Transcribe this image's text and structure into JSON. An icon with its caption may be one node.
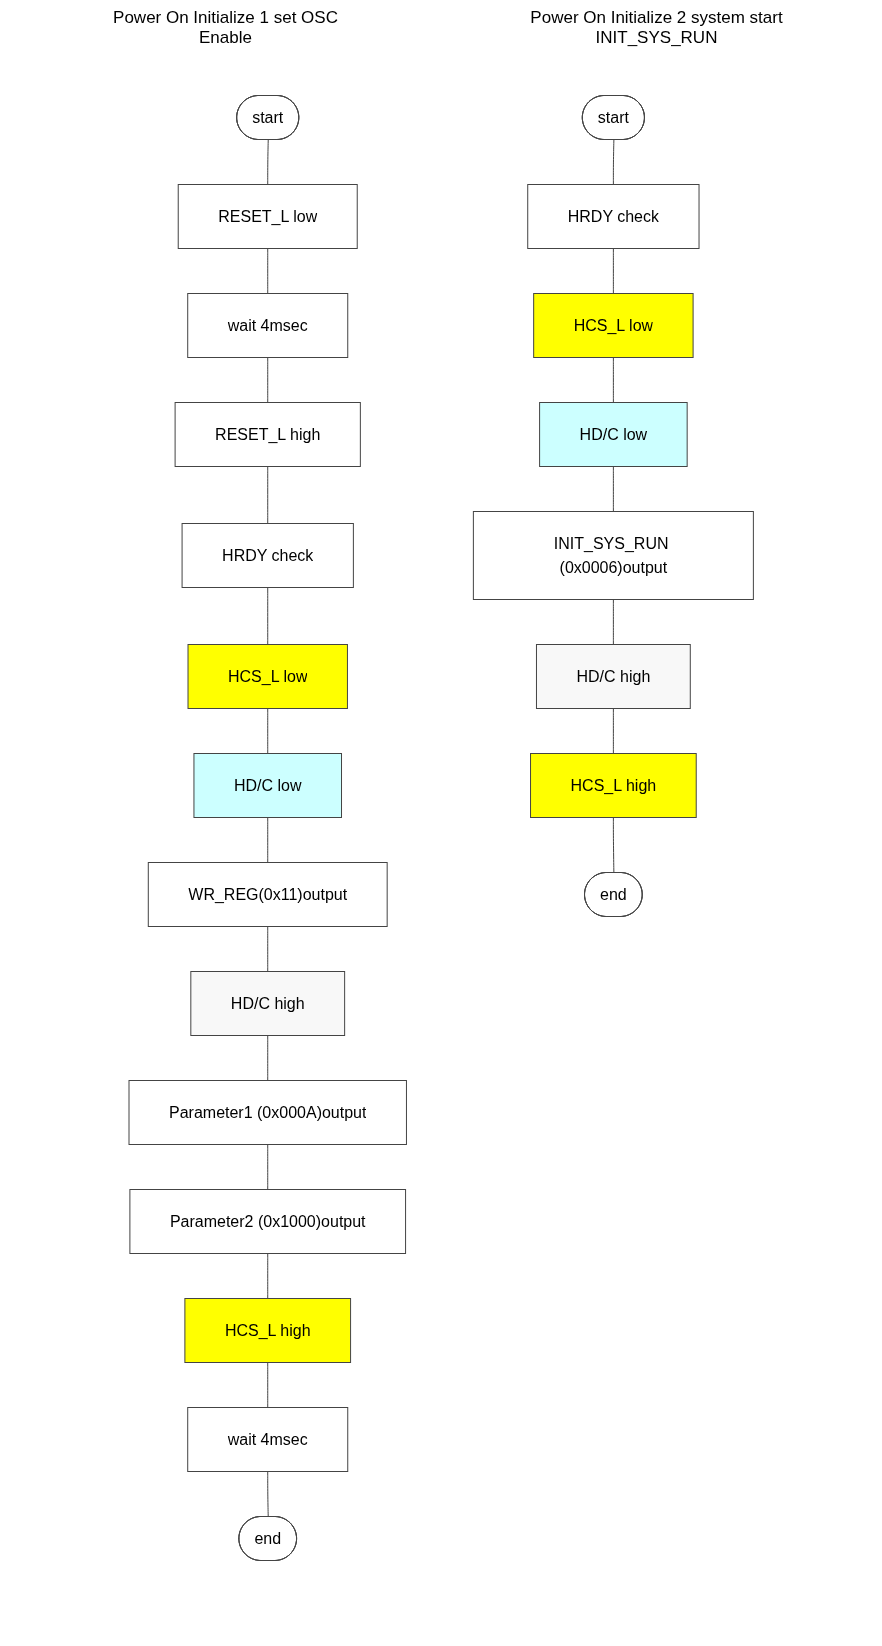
{
  "diagram": {
    "nodes": [
      {
        "text": [
          "start"
        ]
      },
      {
        "text": [
          "RESET_L low"
        ]
      },
      {
        "text": [
          "wait 4msec"
        ]
      },
      {
        "text": [
          "RESET_L high"
        ]
      },
      {
        "text": [
          "HRDY check"
        ]
      },
      {
        "text": [
          "HCS_L low"
        ]
      },
      {
        "text": [
          "HD/C low"
        ]
      },
      {
        "text": [
          "WR_REG(0x11)output"
        ]
      },
      {
        "text": [
          "HD/C high"
        ]
      },
      {
        "text": [
          "Parameter1 (0x000A)output"
        ]
      },
      {
        "text": [
          "Parameter2 (0x1000)output"
        ]
      },
      {
        "text": [
          "HCS_L high"
        ]
      },
      {
        "text": [
          "wait 4msec"
        ]
      },
      {
        "text": [
          "end"
        ]
      },
      {
        "text": [
          "start"
        ]
      },
      {
        "text": [
          "HRDY check"
        ]
      },
      {
        "text": [
          "HCS_L low"
        ]
      },
      {
        "text": [
          "HD/C low"
        ]
      },
      {
        "text": [
          "INIT_SYS_RUN (0x0006)output"
        ]
      },
      {
        "text": [
          "HD/C high"
        ]
      },
      {
        "text": [
          "HCS_L high"
        ]
      },
      {
        "text": [
          "end"
        ]
      }
    ],
    "edges": [
      {
        "from": 0,
        "to": 1,
        "arrow": "none"
      },
      {
        "from": 1,
        "to": 2,
        "arrow": "none"
      },
      {
        "from": 2,
        "to": 3,
        "arrow": "none"
      },
      {
        "from": 3,
        "to": 4,
        "arrow": "none"
      },
      {
        "from": 4,
        "to": 5,
        "arrow": "none"
      },
      {
        "from": 5,
        "to": 6,
        "arrow": "none"
      },
      {
        "from": 6,
        "to": 7,
        "arrow": "none"
      },
      {
        "from": 7,
        "to": 8,
        "arrow": "none"
      },
      {
        "from": 8,
        "to": 9,
        "arrow": "none"
      },
      {
        "from": 9,
        "to": 10,
        "arrow": "none"
      },
      {
        "from": 10,
        "to": 11,
        "arrow": "none"
      },
      {
        "from": 11,
        "to": 12,
        "arrow": "none"
      },
      {
        "from": 12,
        "to": 13,
        "arrow": "none"
      },
      {
        "from": 14,
        "to": 15,
        "arrow": "none"
      },
      {
        "from": 15,
        "to": 16,
        "arrow": "none"
      },
      {
        "from": 16,
        "to": 17,
        "arrow": "none"
      },
      {
        "from": 17,
        "to": 18,
        "arrow": "none"
      },
      {
        "from": 18,
        "to": 19,
        "arrow": "none"
      },
      {
        "from": 19,
        "to": 20,
        "arrow": "none"
      },
      {
        "from": 20,
        "to": 21,
        "arrow": "none"
      }
    ],
    "labels": [
      "Power On Initialize 1 set OSC Enable",
      "Power On Initialize 2 system start INIT_SYS_RUN"
    ]
  }
}
